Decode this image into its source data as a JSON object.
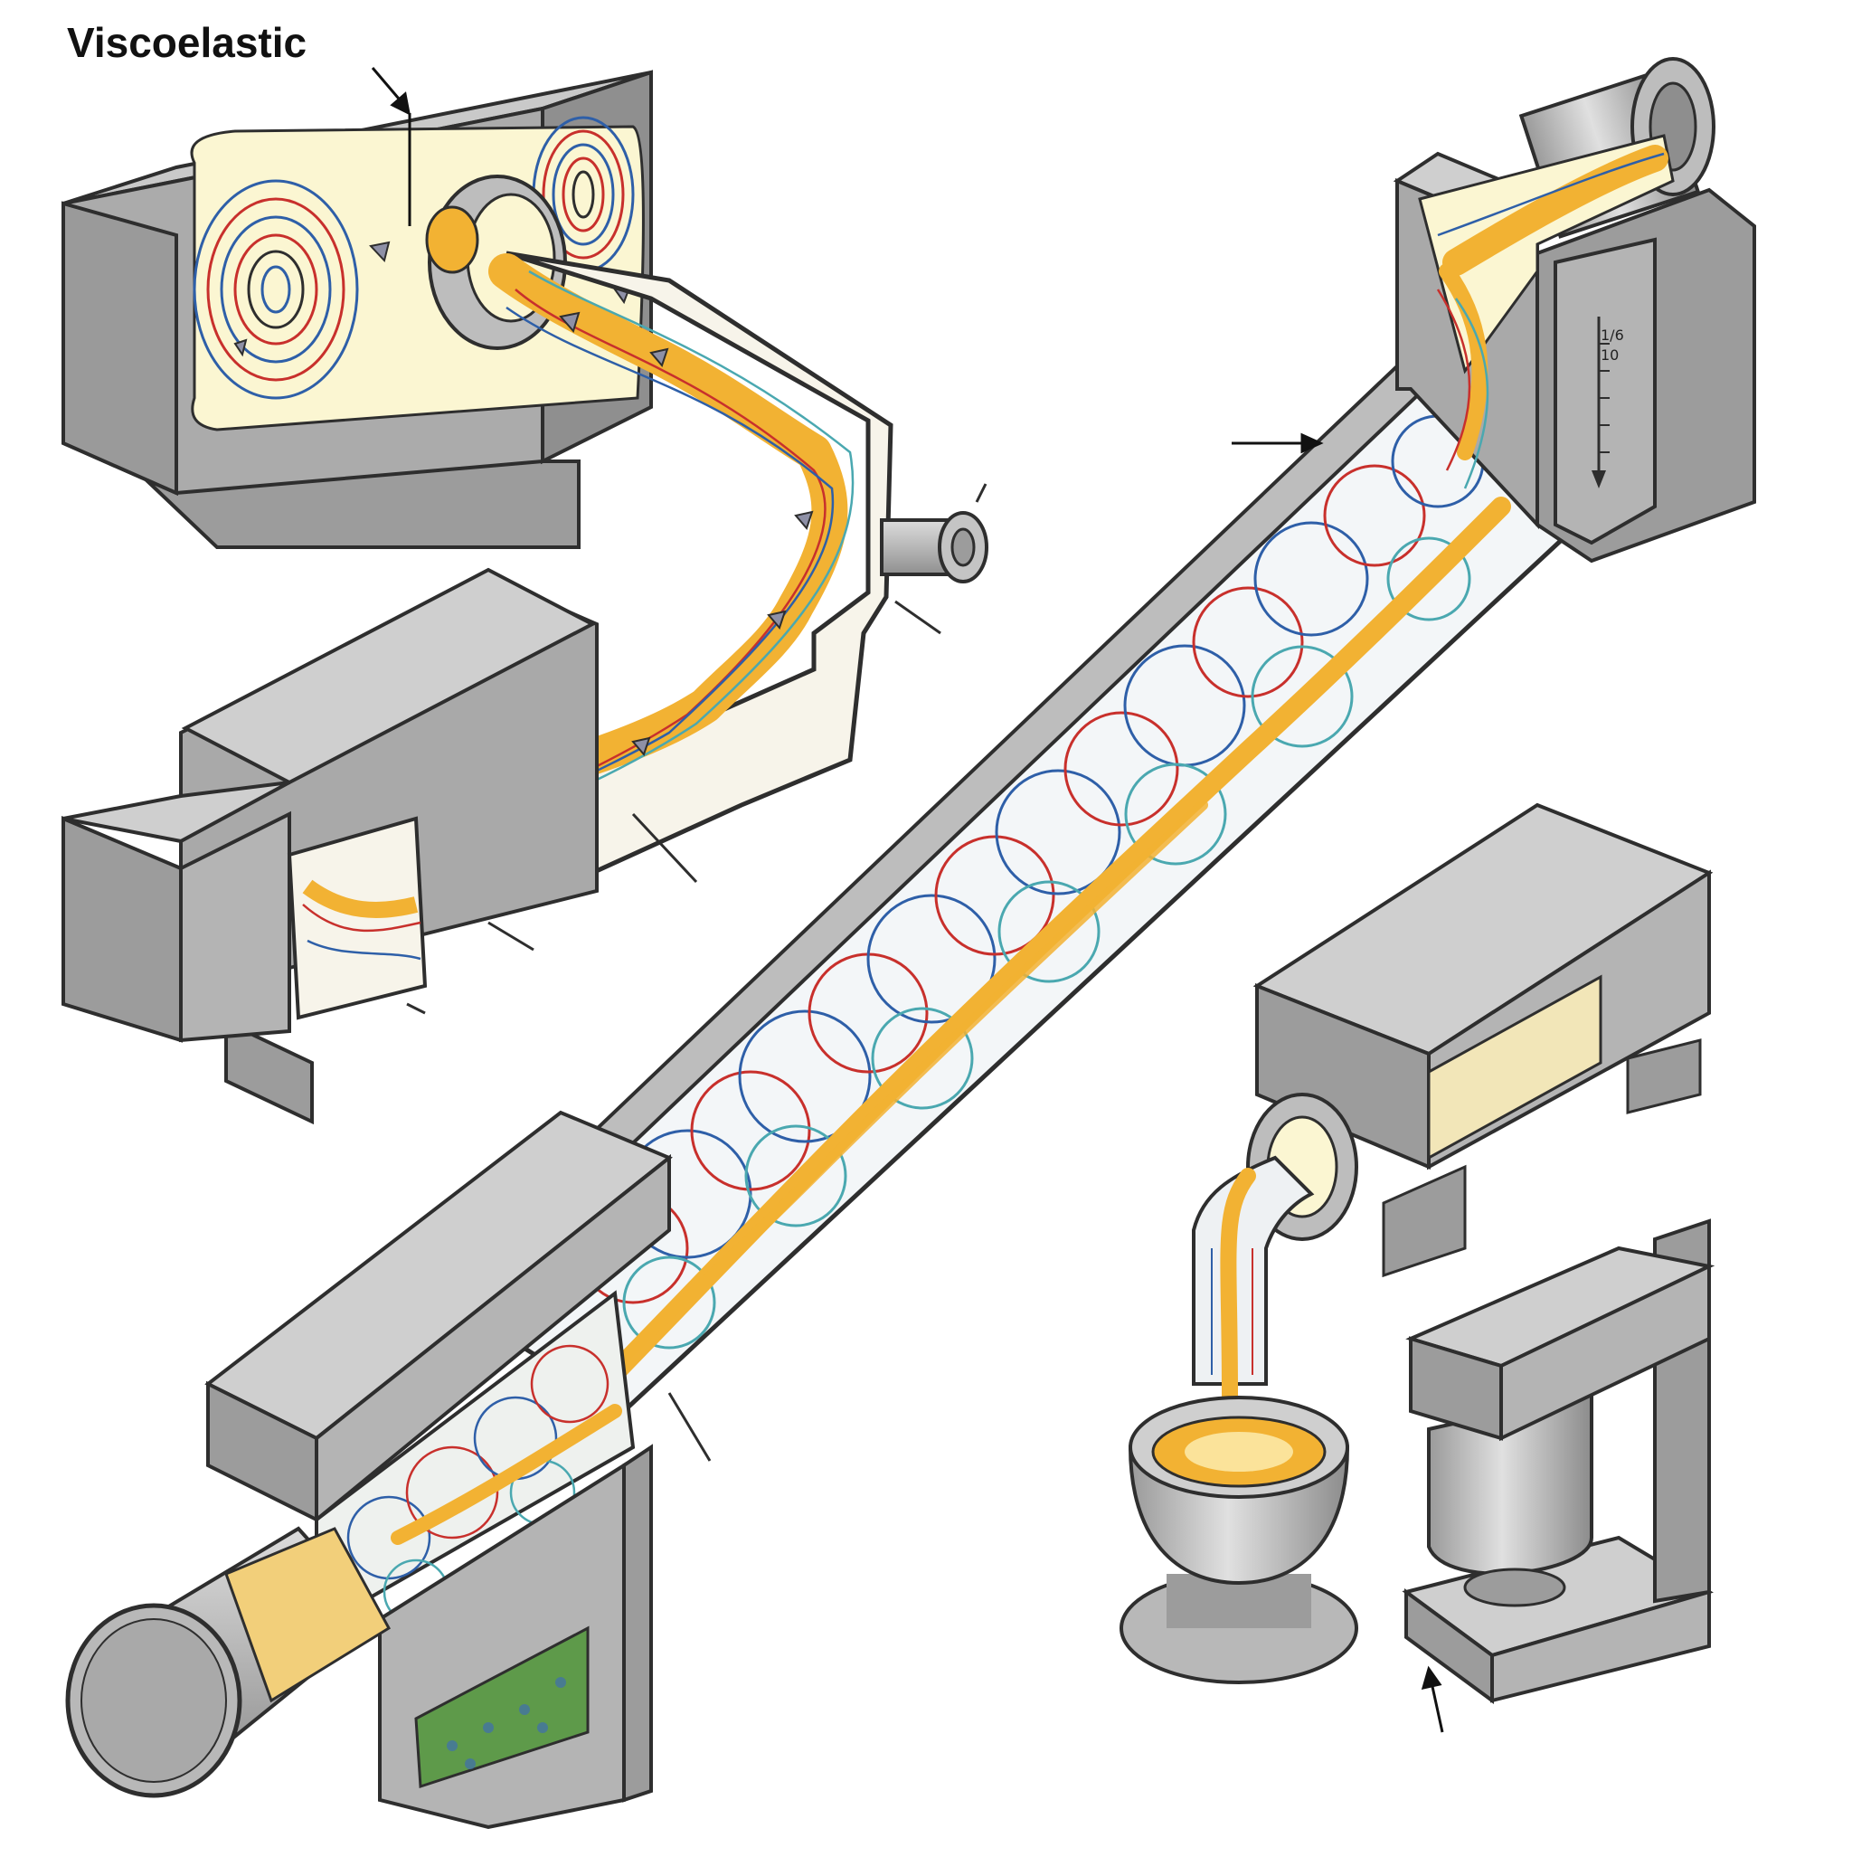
{
  "diagram": {
    "title": "Viscoelastic",
    "gauge_labels": [
      "1/6",
      "10"
    ],
    "colors": {
      "machine_gray": "#a9a9a9",
      "machine_dark": "#8a8a8a",
      "machine_light": "#cfcfcf",
      "outline": "#2e2e2e",
      "fluid_yellow": "#f2b233",
      "fluid_light": "#fbf6d2",
      "stream_red": "#c8302c",
      "stream_blue": "#2e5fa8",
      "stream_teal": "#4aa8b0",
      "particles": "#8e90a6",
      "green_bed": "#5e9a4a"
    },
    "icons": [
      "arrow-icon",
      "arrow-icon",
      "arrow-icon"
    ]
  }
}
